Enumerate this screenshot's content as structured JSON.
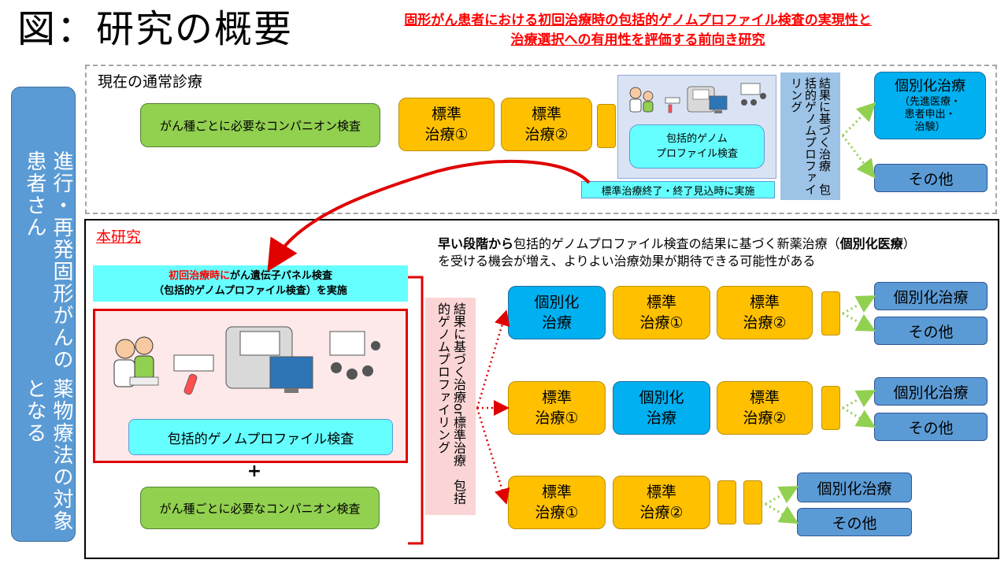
{
  "title": "図：研究の概要",
  "subtitle": {
    "line1": "固形がん患者における初回治療時の包括的ゲノムプロファイル検査の実現性と",
    "line2": "治療選択への有用性を評価する前向き研究"
  },
  "sidebar": {
    "line1": "進行・再発固形がんの患者さん",
    "line2": "薬物療法の対象となる"
  },
  "current": {
    "label": "現在の通常診療",
    "companion": "がん種ごとに必要なコンパニオン検査",
    "std1": [
      "標準",
      "治療①"
    ],
    "std2": [
      "標準",
      "治療②"
    ],
    "cgp_box_label": [
      "包括的ゲノム",
      "プロファイル検査"
    ],
    "timing": "標準治療終了・終了見込時に実施",
    "vertical_panel": "結果に基づく治療　包括的ゲノムプロファイリング",
    "personal": {
      "title": "個別化治療",
      "detail": [
        "（先進医療・",
        "患者申出・",
        "治験）"
      ]
    },
    "other": "その他"
  },
  "study": {
    "label": "本研究",
    "desc": {
      "bold1": "早い段階から",
      "mid": "包括的ゲノムプロファイル検査の結果に基づく新薬治療（",
      "bold2": "個別化医療",
      "end": "）",
      "line2": "を受ける機会が増え、よりよい治療効果が期待できる可能性がある"
    },
    "banner": {
      "red_part": "初回治療時に",
      "rest": "がん遺伝子パネル検査",
      "line2": "（包括的ゲノムプロファイル検査）を実施"
    },
    "cgp_label": "包括的ゲノムプロファイル検査",
    "plus": "+",
    "companion": "がん種ごとに必要なコンパニオン検査",
    "vertical_panel": "結果に基づく治療or標準治療　包括的ゲノムプロファイリング",
    "rows": [
      {
        "boxes": [
          {
            "type": "blue",
            "lines": [
              "個別化",
              "治療"
            ]
          },
          {
            "type": "yellow",
            "lines": [
              "標準",
              "治療①"
            ]
          },
          {
            "type": "yellow",
            "lines": [
              "標準",
              "治療②"
            ]
          }
        ],
        "personal": "個別化治療",
        "other": "その他"
      },
      {
        "boxes": [
          {
            "type": "yellow",
            "lines": [
              "標準",
              "治療①"
            ]
          },
          {
            "type": "blue",
            "lines": [
              "個別化",
              "治療"
            ]
          },
          {
            "type": "yellow",
            "lines": [
              "標準",
              "治療②"
            ]
          }
        ],
        "personal": "個別化治療",
        "other": "その他"
      },
      {
        "boxes": [
          {
            "type": "yellow",
            "lines": [
              "標準",
              "治療①"
            ]
          },
          {
            "type": "yellow",
            "lines": [
              "標準",
              "治療②"
            ]
          }
        ],
        "personal": "個別化治療",
        "other": "その他"
      }
    ]
  },
  "colors": {
    "red": "#ff0000",
    "green": "#92d050",
    "yellow": "#ffc000",
    "blue": "#00b0f0",
    "steel": "#5b9bd5",
    "cyan": "#66ffff",
    "pink": "#fbd5d5",
    "dotted_arrow": "#92d050",
    "red_dotted_arrow": "#e00000"
  },
  "icons": [
    "doctor-patient-icon",
    "test-tube-icon",
    "sequencer-icon",
    "computer-icon",
    "conference-icon"
  ]
}
